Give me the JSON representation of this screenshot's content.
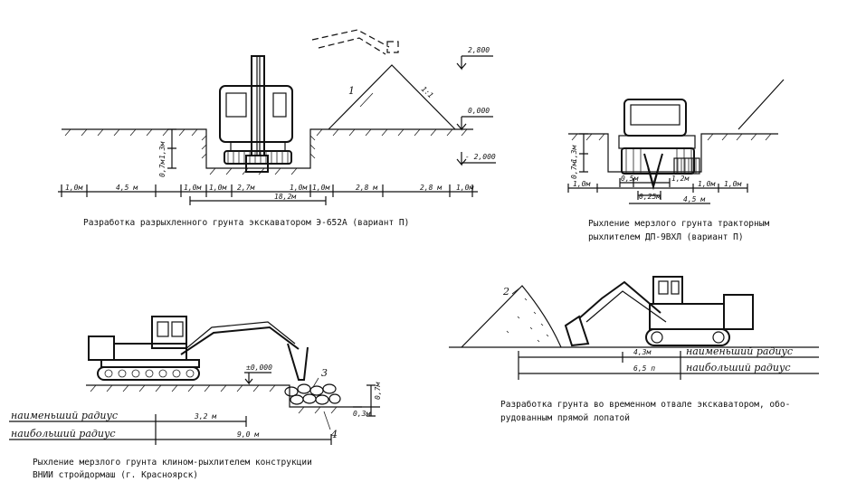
{
  "captions": {
    "top_left": "Разработка разрыхленного грунта экскаватором Э-652А (вариант П)",
    "top_right_1": "Рыхление мерзлого грунта тракторным",
    "top_right_2": "рыхлителем ДП-9ВХЛ (вариант П)",
    "bottom_left_1": "Рыхление мерзлого грунта клином-рыхлителем конструкции",
    "bottom_left_2": "ВНИИ стройдормаш (г. Красноярск)",
    "bottom_right_1": "Разработка грунта во временном отвале экскаватором, обо-",
    "bottom_right_2": "рудованным прямой лопатой"
  },
  "fig1": {
    "elev_top": "2,800",
    "elev_ground": "0,000",
    "elev_bottom": "- 2,000",
    "slope": "1:1",
    "callout": "1",
    "depth_a": "1,3м",
    "depth_b": "0,7м",
    "dims": [
      "1,0м",
      "4,5 м",
      "1,0м",
      "1,0м",
      "2,7м",
      "1,0м",
      "1,0м",
      "2,8 м",
      "2,8 м",
      "1,0м"
    ],
    "total": "18,2м"
  },
  "fig2": {
    "depth_a": "1,3м",
    "depth_b": "0,7м",
    "dims": [
      "1,0м",
      "0,5м",
      "1,2м",
      "1,0м",
      "1,0м"
    ],
    "inner": "0,25м",
    "total": "4,5 м"
  },
  "fig3": {
    "elev": "±0,000",
    "callout_3": "3",
    "callout_4": "4",
    "depth_a": "0,7м",
    "depth_b": "0,3м",
    "row1_label": "наименьший радиус",
    "row1_value": "3,2 м",
    "row2_label": "наибольший радиус",
    "row2_value": "9,0 м"
  },
  "fig4": {
    "callout_2": "2",
    "row1_value": "4,3м",
    "row1_label": "наименьший радиус",
    "row2_value": "6,5 п",
    "row2_label": "наибольший радиус"
  }
}
